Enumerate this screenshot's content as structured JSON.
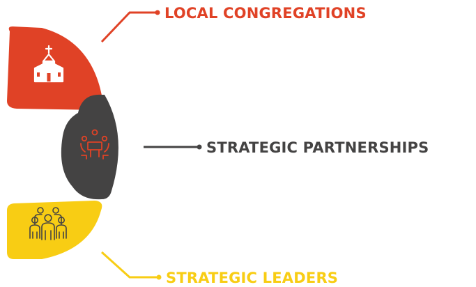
{
  "items": [
    {
      "label": "LOCAL CONGREGATIONS",
      "color": "#E04226",
      "icon": "church-icon"
    },
    {
      "label": "STRATEGIC PARTNERSHIPS",
      "color": "#444343",
      "icon": "meeting-table-icon"
    },
    {
      "label": "STRATEGIC LEADERS",
      "color": "#F8CD14",
      "icon": "people-group-icon"
    }
  ],
  "icon_color": {
    "light": "#FFFFFF",
    "partner": "#E04226",
    "dark": "#444343"
  }
}
